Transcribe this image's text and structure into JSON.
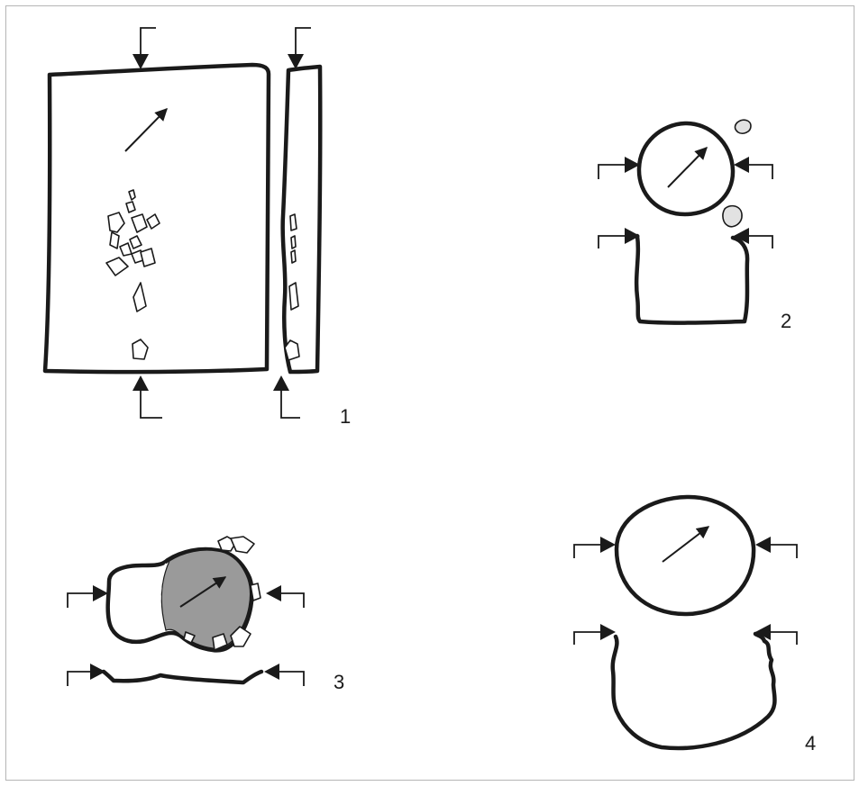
{
  "figures": [
    {
      "id": "1",
      "label": "1"
    },
    {
      "id": "2",
      "label": "2"
    },
    {
      "id": "3",
      "label": "3"
    },
    {
      "id": "4",
      "label": "4"
    }
  ],
  "colors": {
    "ink": "#1a1a1a",
    "shaded": "#9a9a9a",
    "stone_light": "#e2e2e2",
    "frame": "#b5b5b5",
    "background": "#ffffff"
  }
}
